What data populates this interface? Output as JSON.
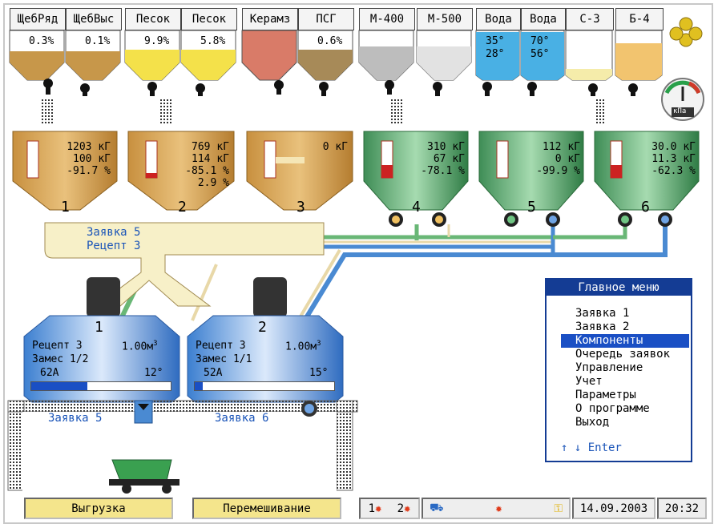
{
  "bins": [
    {
      "label": "ЩебРяд",
      "value": "0.3%"
    },
    {
      "label": "ЩебВыс",
      "value": "0.1%"
    },
    {
      "label": "Песок",
      "value": "9.9%"
    },
    {
      "label": "Песок",
      "value": "5.8%"
    },
    {
      "label": "Керамз",
      "value": ""
    },
    {
      "label": "ПСГ",
      "value": "0.6%"
    },
    {
      "label": "М-400",
      "value": ""
    },
    {
      "label": "М-500",
      "value": ""
    },
    {
      "label": "Вода",
      "value": "35°\n28°"
    },
    {
      "label": "Вода",
      "value": "70°\n56°"
    },
    {
      "label": "С-3",
      "value": ""
    },
    {
      "label": "Б-4",
      "value": ""
    }
  ],
  "gauge_unit": "кПа",
  "dosers": [
    {
      "number": "1",
      "l1": "1203 кГ",
      "l2": "100 кГ",
      "l3": "-91.7 %",
      "l4": ""
    },
    {
      "number": "2",
      "l1": "769 кГ",
      "l2": "114 кГ",
      "l3": "-85.1 %",
      "l4": "2.9 %"
    },
    {
      "number": "3",
      "l1": "0 кГ",
      "l2": "",
      "l3": "",
      "l4": ""
    },
    {
      "number": "4",
      "l1": "310 кГ",
      "l2": "67 кГ",
      "l3": "-78.1 %",
      "l4": ""
    },
    {
      "number": "5",
      "l1": "112 кГ",
      "l2": "0 кГ",
      "l3": "-99.9 %",
      "l4": ""
    },
    {
      "number": "6",
      "l1": "30.0 кГ",
      "l2": "11.3 кГ",
      "l3": "-62.3 %",
      "l4": ""
    }
  ],
  "conveyor": {
    "order": "Заявка 5",
    "recipe": "Рецепт 3"
  },
  "mixers": [
    {
      "number": "1",
      "recipe": "Рецепт 3",
      "volume": "1.00м",
      "sup": "3",
      "batch_label": "Замес",
      "batch": "1/2",
      "current": "62А",
      "temp": "12°",
      "progress": 0.4,
      "order": "Заявка 5"
    },
    {
      "number": "2",
      "recipe": "Рецепт 3",
      "volume": "1.00м",
      "sup": "3",
      "batch_label": "Замес",
      "batch": "1/1",
      "current": "52А",
      "temp": "15°",
      "progress": 0.06,
      "order": "Заявка 6"
    }
  ],
  "menu": {
    "title": "Главное меню",
    "items": [
      "Заявка 1",
      "Заявка 2",
      "Компоненты",
      "Очередь заявок",
      "Управление",
      "Учет",
      "Параметры",
      "О программе",
      "Выход"
    ],
    "selected_index": 2,
    "hint": "↑ ↓ Enter"
  },
  "status": {
    "unload": "Выгрузка",
    "mixing": "Перемешивание",
    "m1": "1",
    "m2": "2",
    "date": "14.09.2003",
    "time": "20:32"
  }
}
